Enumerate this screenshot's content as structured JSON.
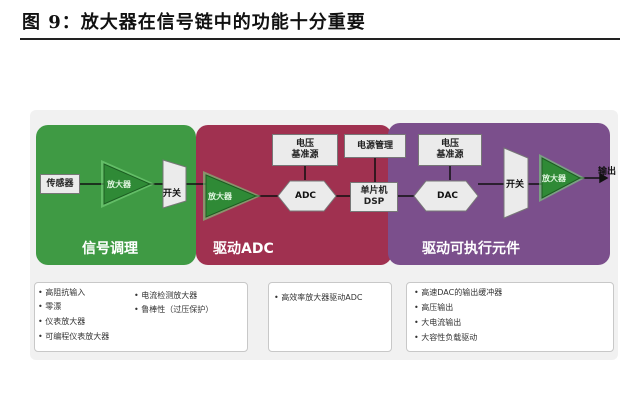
{
  "figure": {
    "title": "图 9：放大器在信号链中的功能十分重要"
  },
  "sections": {
    "signal_conditioning": "信号调理",
    "drive_adc": "驱动ADC",
    "drive_actuator": "驱动可执行元件"
  },
  "blocks": {
    "sensor": "传感器",
    "amp1": "放大器",
    "switch1": "开关",
    "amp2": "放大器",
    "vref_adc_line1": "电压",
    "vref_adc_line2": "基准源",
    "adc": "ADC",
    "power_mgmt": "电源管理",
    "mcu_line1": "单片机",
    "mcu_line2": "DSP",
    "vref_dac_line1": "电压",
    "vref_dac_line2": "基准源",
    "dac": "DAC",
    "switch2": "开关",
    "amp3": "放大器",
    "output": "输出"
  },
  "notes": {
    "left_col1": [
      "高阻抗输入",
      "零漂",
      "仪表放大器",
      "可编程仪表放大器"
    ],
    "left_col2": [
      "电流检测放大器",
      "鲁棒性（过压保护）"
    ],
    "middle": [
      "高效率放大器驱动ADC"
    ],
    "right": [
      "高速DAC的输出缓冲器",
      "高压输出",
      "大电流输出",
      "大容性负载驱动"
    ]
  },
  "colors": {
    "signal_conditioning": "#3f9a44",
    "drive_adc": "#a03150",
    "drive_actuator": "#7b4f8c",
    "amplifier": "#2f8a36"
  }
}
